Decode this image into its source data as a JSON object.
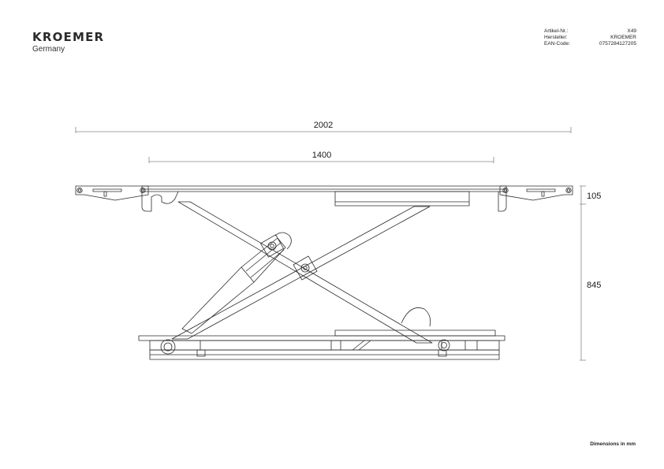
{
  "logo": {
    "brand": "KROEMER",
    "country": "Germany"
  },
  "info": [
    {
      "label": "Artikel-Nr.:",
      "value": "X49"
    },
    {
      "label": "Hersteller:",
      "value": "KROEMER"
    },
    {
      "label": "EAN-Code:",
      "value": "0757284127205"
    }
  ],
  "dimensions": {
    "overall_length": "2002",
    "platform_length": "1400",
    "platform_height": "105",
    "lift_height": "845"
  },
  "footnote": "Dimensions in mm"
}
